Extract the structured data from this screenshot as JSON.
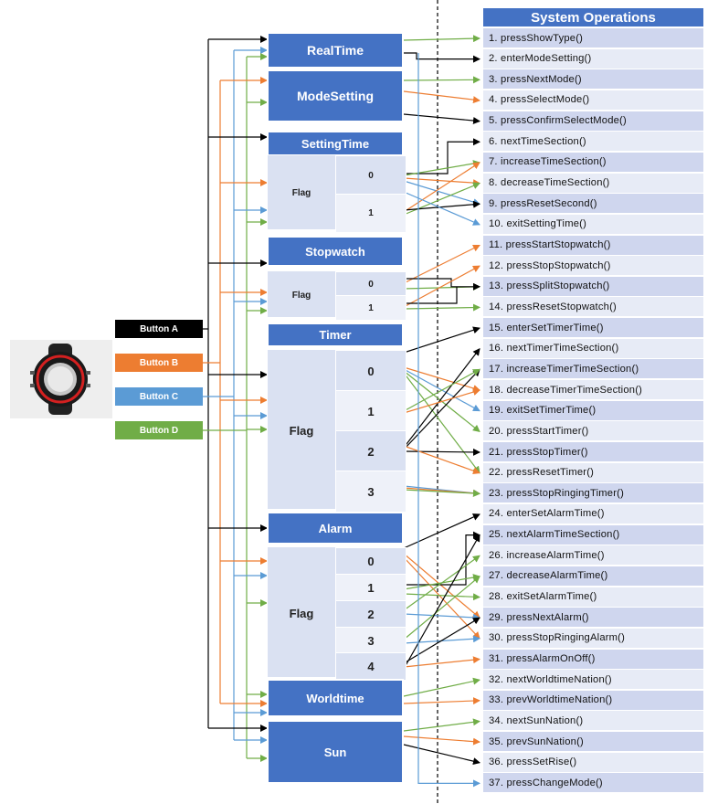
{
  "watch": {
    "icon": "wristwatch-image"
  },
  "buttons": [
    {
      "label": "Button A",
      "color": "#000000"
    },
    {
      "label": "Button B",
      "color": "#ed7d31"
    },
    {
      "label": "Button C",
      "color": "#5b9bd5"
    },
    {
      "label": "Button D",
      "color": "#70ad47"
    }
  ],
  "states": {
    "realtime": "RealTime",
    "modesetting": "ModeSetting",
    "settingtime": {
      "title": "SettingTime",
      "flag_label": "Flag",
      "flags": [
        "0",
        "1"
      ]
    },
    "stopwatch": {
      "title": "Stopwatch",
      "flag_label": "Flag",
      "flags": [
        "0",
        "1"
      ]
    },
    "timer": {
      "title": "Timer",
      "flag_label": "Flag",
      "flags": [
        "0",
        "1",
        "2",
        "3"
      ]
    },
    "alarm": {
      "title": "Alarm",
      "flag_label": "Flag",
      "flags": [
        "0",
        "1",
        "2",
        "3",
        "4"
      ]
    },
    "worldtime": "Worldtime",
    "sun": "Sun"
  },
  "operations": {
    "title": "System Operations",
    "items": [
      "1. pressShowType()",
      "2. enterModeSetting()",
      "3. pressNextMode()",
      "4. pressSelectMode()",
      "5. pressConfirmSelectMode()",
      "6. nextTimeSection()",
      "7. increaseTimeSection()",
      "8. decreaseTimeSection()",
      "9. pressResetSecond()",
      "10. exitSettingTime()",
      "11. pressStartStopwatch()",
      "12. pressStopStopwatch()",
      "13. pressSplitStopwatch()",
      "14. pressResetStopwatch()",
      "15. enterSetTimerTime()",
      "16. nextTimerTimeSection()",
      "17. increaseTimerTimeSection()",
      "18. decreaseTimerTimeSection()",
      "19. exitSetTimerTime()",
      "20. pressStartTimer()",
      "21. pressStopTimer()",
      "22. pressResetTimer()",
      "23. pressStopRingingTimer()",
      "24. enterSetAlarmTime()",
      "25. nextAlarmTimeSection()",
      "26. increaseAlarmTime()",
      "27. decreaseAlarmTime()",
      "28. exitSetAlarmTime()",
      "29. pressNextAlarm()",
      "30. pressStopRingingAlarm()",
      "31. pressAlarmOnOff()",
      "32. nextWorldtimeNation()",
      "33. prevWorldtimeNation()",
      "34. nextSunNation()",
      "35. prevSunNation()",
      "36. pressSetRise()",
      "37. pressChangeMode()"
    ]
  }
}
